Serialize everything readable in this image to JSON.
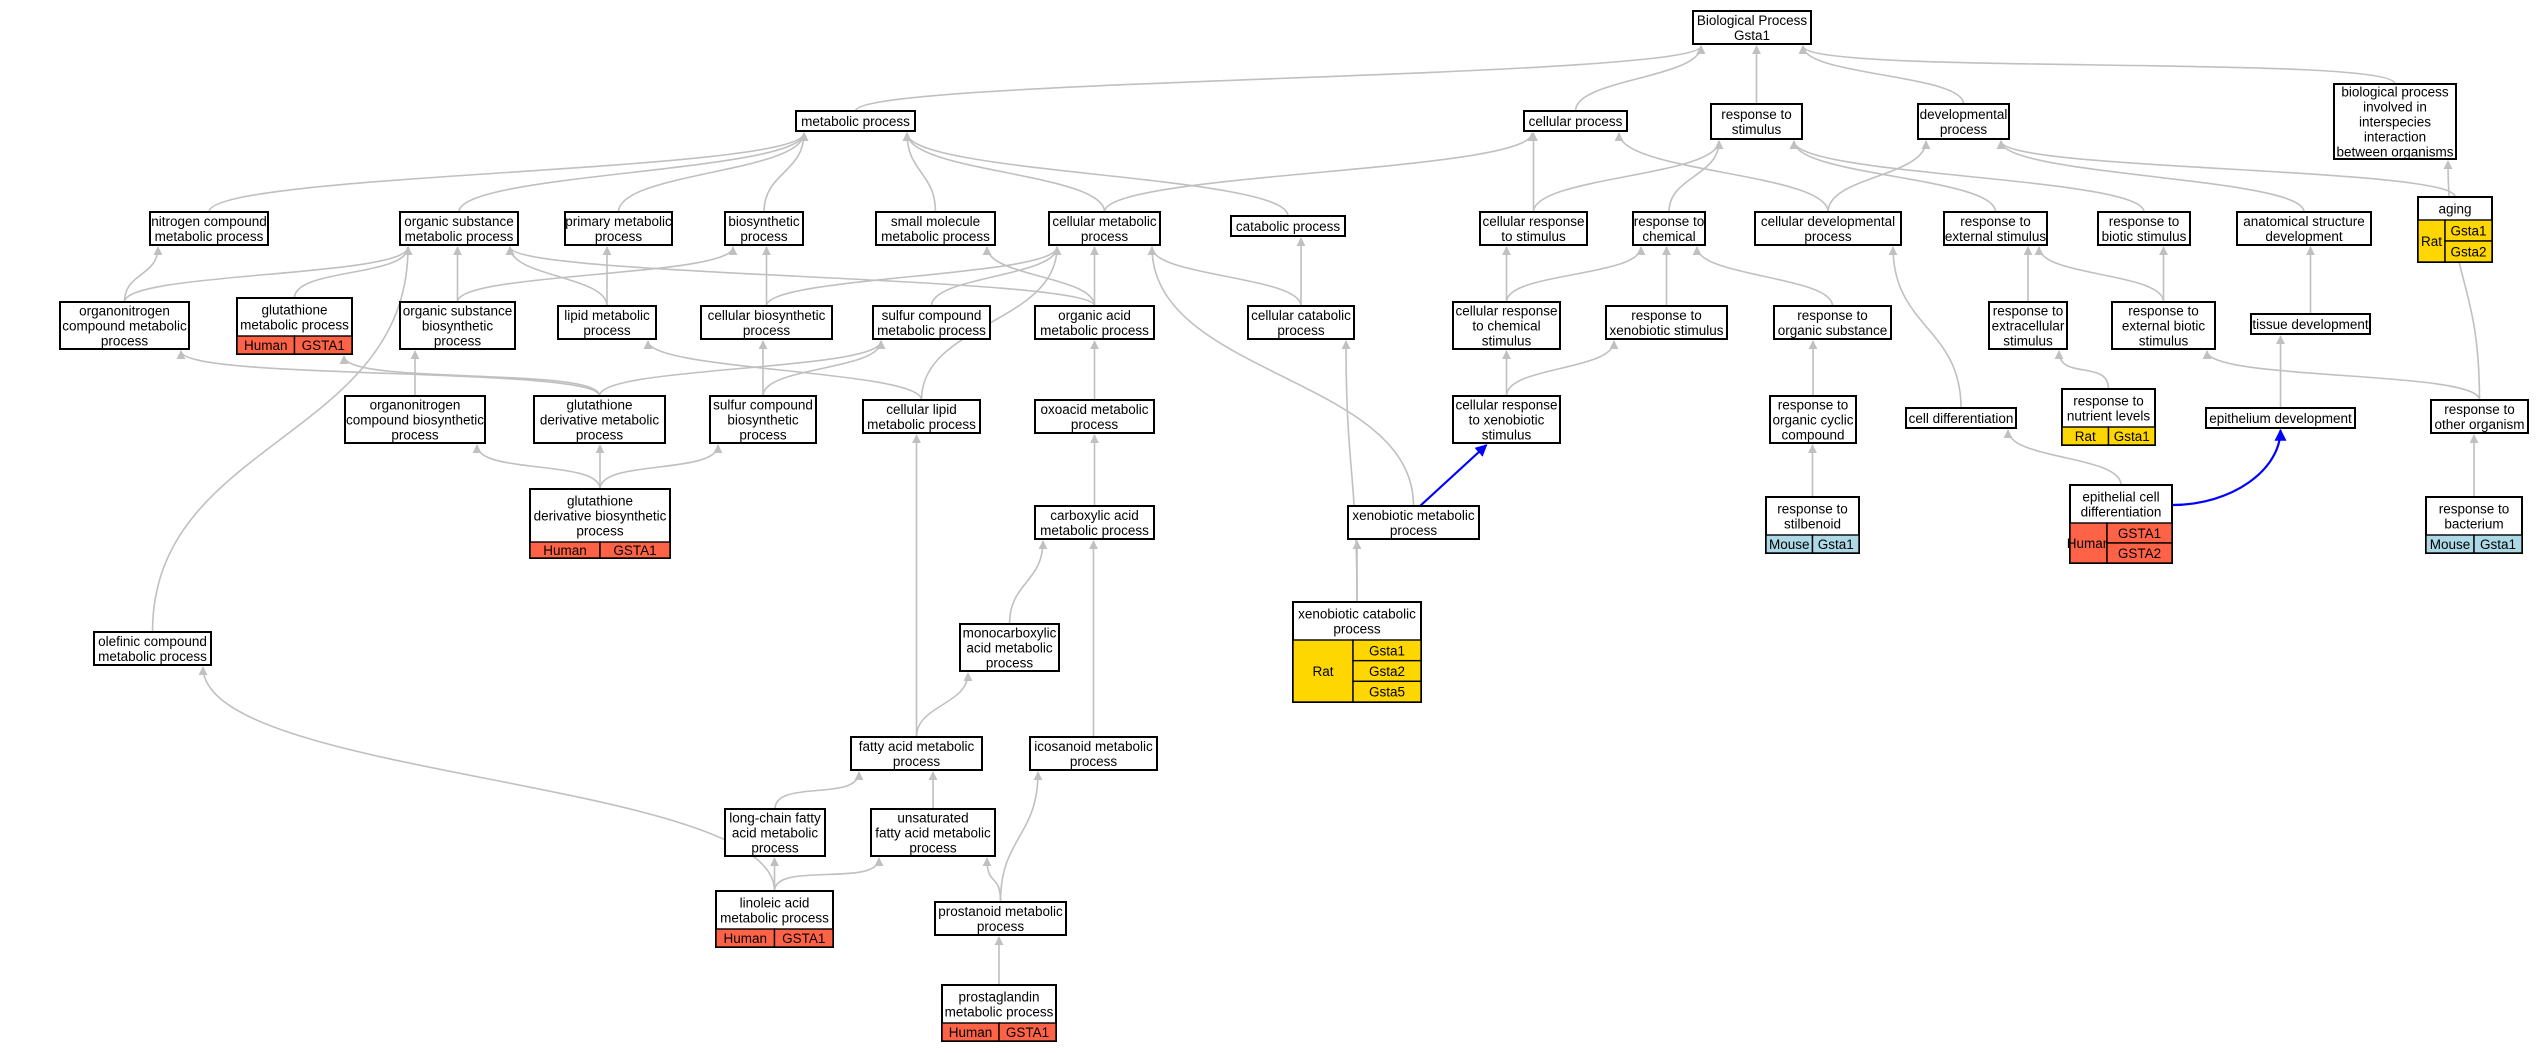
{
  "colors": {
    "human": "#ff6347",
    "rat": "#ffd700",
    "mouse": "#add8e6",
    "edge": "#c0c0c0",
    "highlight_edge": "#0000ff"
  },
  "nodes": {
    "root": [
      "Biological Process",
      "Gsta1"
    ],
    "metabolic": [
      "metabolic process"
    ],
    "cellular": [
      "cellular process"
    ],
    "response_stimulus": [
      "response to",
      "stimulus"
    ],
    "developmental": [
      "developmental",
      "process"
    ],
    "interspecies": [
      "biological process",
      "involved in",
      "interspecies",
      "interaction",
      "between organisms"
    ],
    "nitrogen_compound": [
      "nitrogen compound",
      "metabolic process"
    ],
    "organic_substance": [
      "organic substance",
      "metabolic process"
    ],
    "primary_metabolic": [
      "primary metabolic",
      "process"
    ],
    "biosynthetic": [
      "biosynthetic",
      "process"
    ],
    "small_molecule": [
      "small molecule",
      "metabolic process"
    ],
    "cellular_metabolic": [
      "cellular metabolic",
      "process"
    ],
    "catabolic": [
      "catabolic process"
    ],
    "cellular_response_stimulus": [
      "cellular response",
      "to stimulus"
    ],
    "response_chemical": [
      "response to",
      "chemical"
    ],
    "cellular_developmental": [
      "cellular developmental",
      "process"
    ],
    "response_external": [
      "response to",
      "external stimulus"
    ],
    "response_biotic": [
      "response to",
      "biotic stimulus"
    ],
    "anatomical_structure": [
      "anatomical structure",
      "development"
    ],
    "aging": [
      "aging"
    ],
    "organonitrogen_compound": [
      "organonitrogen",
      "compound metabolic",
      "process"
    ],
    "glutathione_metabolic": [
      "glutathione",
      "metabolic process"
    ],
    "organic_substance_biosynthetic": [
      "organic substance",
      "biosynthetic",
      "process"
    ],
    "lipid_metabolic": [
      "lipid metabolic",
      "process"
    ],
    "cellular_biosynthetic": [
      "cellular biosynthetic",
      "process"
    ],
    "sulfur_compound": [
      "sulfur compound",
      "metabolic process"
    ],
    "organic_acid": [
      "organic acid",
      "metabolic process"
    ],
    "cellular_catabolic": [
      "cellular catabolic",
      "process"
    ],
    "cellular_response_chemical": [
      "cellular response",
      "to chemical",
      "stimulus"
    ],
    "response_xenobiotic": [
      "response to",
      "xenobiotic stimulus"
    ],
    "response_organic": [
      "response to",
      "organic substance"
    ],
    "response_extracellular": [
      "response to",
      "extracellular",
      "stimulus"
    ],
    "response_external_biotic": [
      "response to",
      "external biotic",
      "stimulus"
    ],
    "tissue_development": [
      "tissue development"
    ],
    "organonitrogen_biosynthetic": [
      "organonitrogen",
      "compound biosynthetic",
      "process"
    ],
    "glutathione_derivative_metabolic": [
      "glutathione",
      "derivative metabolic",
      "process"
    ],
    "sulfur_compound_biosynthetic": [
      "sulfur compound",
      "biosynthetic",
      "process"
    ],
    "cellular_lipid": [
      "cellular lipid",
      "metabolic process"
    ],
    "oxoacid": [
      "oxoacid metabolic",
      "process"
    ],
    "cellular_response_xenobiotic": [
      "cellular response",
      "to xenobiotic",
      "stimulus"
    ],
    "response_organic_cyclic": [
      "response to",
      "organic cyclic",
      "compound"
    ],
    "response_nutrient": [
      "response to",
      "nutrient levels"
    ],
    "cell_differentiation": [
      "cell differentiation"
    ],
    "epithelium_development": [
      "epithelium development"
    ],
    "response_other_organism": [
      "response to",
      "other organism"
    ],
    "glutathione_derivative_biosynthetic": [
      "glutathione",
      "derivative biosynthetic",
      "process"
    ],
    "carboxylic_acid": [
      "carboxylic acid",
      "metabolic process"
    ],
    "xenobiotic_metabolic": [
      "xenobiotic metabolic",
      "process"
    ],
    "response_stilbenoid": [
      "response to",
      "stilbenoid"
    ],
    "epithelial_cell": [
      "epithelial cell",
      "differentiation"
    ],
    "response_bacterium": [
      "response to",
      "bacterium"
    ],
    "xenobiotic_catabolic": [
      "xenobiotic catabolic",
      "process"
    ],
    "monocarboxylic": [
      "monocarboxylic",
      "acid metabolic",
      "process"
    ],
    "olefinic": [
      "olefinic compound",
      "metabolic process"
    ],
    "fatty_acid": [
      "fatty acid metabolic",
      "process"
    ],
    "icosanoid": [
      "icosanoid metabolic",
      "process"
    ],
    "long_chain": [
      "long-chain fatty",
      "acid metabolic",
      "process"
    ],
    "unsaturated": [
      "unsaturated",
      "fatty acid metabolic",
      "process"
    ],
    "linoleic": [
      "linoleic acid",
      "metabolic process"
    ],
    "prostanoid": [
      "prostanoid metabolic",
      "process"
    ],
    "prostaglandin": [
      "prostaglandin",
      "metabolic process"
    ]
  },
  "annotations": {
    "glutathione_metabolic": {
      "species": "Human",
      "genes": [
        "GSTA1"
      ]
    },
    "glutathione_derivative_biosynthetic": {
      "species": "Human",
      "genes": [
        "GSTA1"
      ]
    },
    "aging": {
      "species": "Rat",
      "genes": [
        "Gsta1",
        "Gsta2"
      ]
    },
    "response_nutrient": {
      "species": "Rat",
      "genes": [
        "Gsta1"
      ]
    },
    "response_stilbenoid": {
      "species": "Mouse",
      "genes": [
        "Gsta1"
      ]
    },
    "epithelial_cell": {
      "species": "Human",
      "genes": [
        "GSTA1",
        "GSTA2"
      ]
    },
    "response_bacterium": {
      "species": "Mouse",
      "genes": [
        "Gsta1"
      ]
    },
    "xenobiotic_catabolic": {
      "species": "Rat",
      "genes": [
        "Gsta1",
        "Gsta2",
        "Gsta5"
      ]
    },
    "linoleic": {
      "species": "Human",
      "genes": [
        "GSTA1"
      ]
    },
    "prostaglandin": {
      "species": "Human",
      "genes": [
        "GSTA1"
      ]
    }
  }
}
